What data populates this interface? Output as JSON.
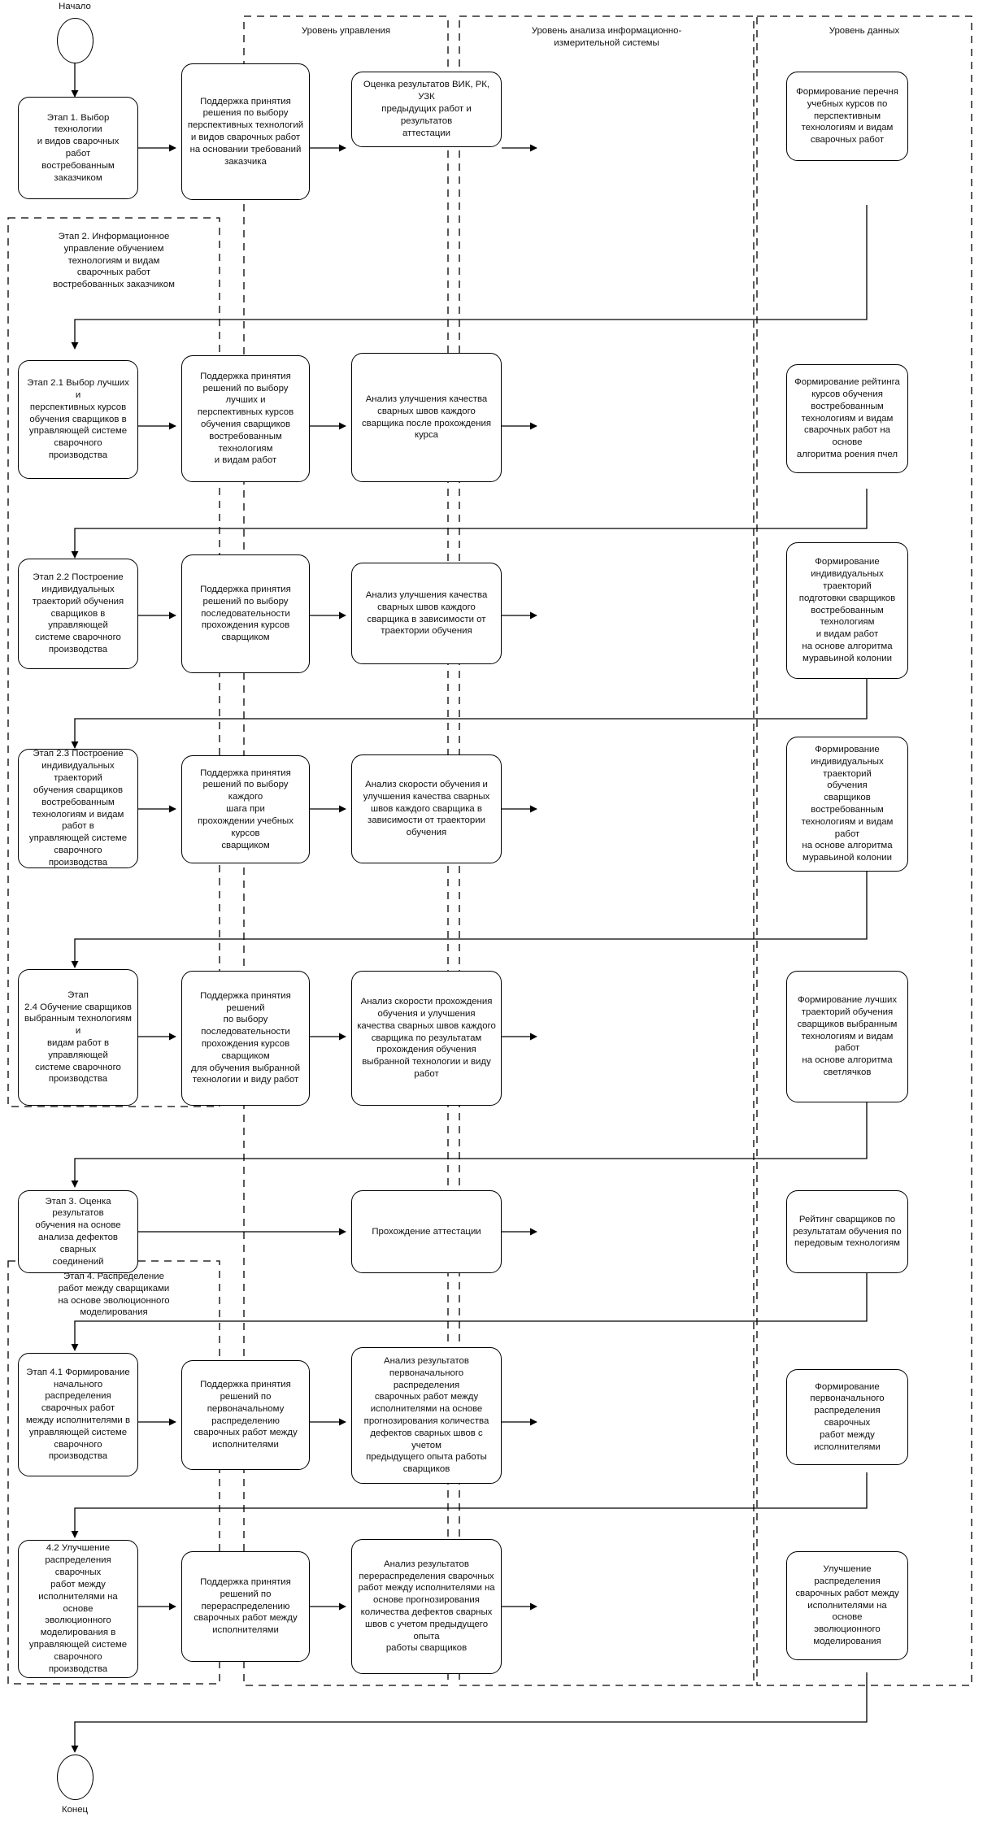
{
  "diagram": {
    "title_start": "Начало",
    "title_end": "Конец",
    "lanes": [
      {
        "id": "lane-management",
        "label": "Уровень управления"
      },
      {
        "id": "lane-analysis",
        "label": "Уровень анализа информационно-\nизмерительной системы"
      },
      {
        "id": "lane-data",
        "label": "Уровень данных"
      }
    ],
    "groups": [
      {
        "id": "group-stage-2",
        "label": "Этап 2. Информационное\nуправление обучением\nтехнологиям и видам\nсварочных работ\nвостребованных заказчиком"
      },
      {
        "id": "group-stage-4",
        "label": "Этап 4. Распределение\nработ между сварщиками\nна основе эволюционного\nмоделирования"
      }
    ],
    "rows": [
      {
        "id": "row-stage-1",
        "nodes": [
          {
            "id": "n-1-a",
            "text": "Этап 1. Выбор технологии\nи видов сварочных работ\nвостребованным заказчиком"
          },
          {
            "id": "n-1-b",
            "text": "Поддержка принятия\nрешения по выбору\nперспективных  технологий\nи видов сварочных работ\nна основании требований\nзаказчика"
          },
          {
            "id": "n-1-c",
            "text": "Оценка результатов ВИК, РК, УЗК\nпредыдущих работ и результатов\nаттестации"
          },
          {
            "id": "n-1-d",
            "text": "Формирование перечня\nучебных курсов по\nперспективным\nтехнологиям и видам\nсварочных работ"
          }
        ]
      },
      {
        "id": "row-stage-2-1",
        "nodes": [
          {
            "id": "n-21-a",
            "text": "Этап 2.1 Выбор лучших и\nперспективных курсов\nобучения сварщиков в\nуправляющей системе\nсварочного\nпроизводства"
          },
          {
            "id": "n-21-b",
            "text": "Поддержка принятия\nрешений по выбору лучших и\nперспективных курсов\nобучения сварщиков\nвостребованным технологиям\nи видам работ"
          },
          {
            "id": "n-21-c",
            "text": "Анализ улучшения качества\nсварных швов каждого\nсварщика после прохождения\nкурса"
          },
          {
            "id": "n-21-d",
            "text": "Формирование рейтинга\nкурсов обучения\nвостребованным\nтехнологиям и видам\nсварочных работ на основе\nалгоритма роения пчел"
          }
        ]
      },
      {
        "id": "row-stage-2-2",
        "nodes": [
          {
            "id": "n-22-a",
            "text": "Этап 2.2 Построение\nиндивидуальных\nтраекторий обучения\nсварщиков в управляющей\nсистеме сварочного\nпроизводства"
          },
          {
            "id": "n-22-b",
            "text": "Поддержка принятия\nрешений по выбору\nпоследовательности\nпрохождения курсов\nсварщиком"
          },
          {
            "id": "n-22-c",
            "text": "Анализ улучшения качества\nсварных швов каждого\nсварщика в зависимости от\nтраектории обучения"
          },
          {
            "id": "n-22-d",
            "text": "Формирование\nиндивидуальных траекторий\nподготовки сварщиков\nвостребованным технологиям\nи видам работ\nна основе алгоритма\nмуравьиной колонии"
          }
        ]
      },
      {
        "id": "row-stage-2-3",
        "nodes": [
          {
            "id": "n-23-a",
            "text": "Этап 2.3 Построение\nиндивидуальных траекторий\nобучения сварщиков\nвостребованным\nтехнологиям и видам работ в\nуправляющей системе\nсварочного производства"
          },
          {
            "id": "n-23-b",
            "text": "Поддержка принятия\nрешений по выбору каждого\nшага при\nпрохождении учебных курсов\nсварщиком"
          },
          {
            "id": "n-23-c",
            "text": "Анализ скорости обучения и\nулучшения качества сварных\nшвов каждого сварщика в\nзависимости от траектории\nобучения"
          },
          {
            "id": "n-23-d",
            "text": "Формирование\nиндивидуальных траекторий\nобучения\nсварщиков востребованным\nтехнологиям и видам работ\nна основе алгоритма\nмуравьиной колонии"
          }
        ]
      },
      {
        "id": "row-stage-2-4",
        "nodes": [
          {
            "id": "n-24-a",
            "text": "Этап\n2.4 Обучение сварщиков\nвыбранным технологиям и\nвидам работ в управляющей\nсистеме сварочного\nпроизводства"
          },
          {
            "id": "n-24-b",
            "text": "Поддержка принятия решений\nпо выбору\nпоследовательности\nпрохождения курсов сварщиком\nдля обучения выбранной\nтехнологии и виду работ"
          },
          {
            "id": "n-24-c",
            "text": "Анализ скорости прохождения\nобучения и улучшения\nкачества сварных швов каждого\nсварщика по результатам\nпрохождения обучения\nвыбранной технологии и виду\nработ"
          },
          {
            "id": "n-24-d",
            "text": "Формирование лучших\nтраекторий обучения\nсварщиков выбранным\nтехнологиям и видам работ\nна основе алгоритма\nсветлячков"
          }
        ]
      },
      {
        "id": "row-stage-3",
        "nodes": [
          {
            "id": "n-3-a",
            "text": "Этап 3. Оценка результатов\nобучения на основе\nанализа дефектов сварных\nсоединений"
          },
          {
            "id": "n-3-c",
            "text": "Прохождение аттестации"
          },
          {
            "id": "n-3-d",
            "text": "Рейтинг сварщиков по\nрезультатам обучения по\nпередовым технологиям"
          }
        ]
      },
      {
        "id": "row-stage-4-1",
        "nodes": [
          {
            "id": "n-41-a",
            "text": "Этап 4.1 Формирование\nначального распределения\nсварочных работ\nмежду исполнителями в\nуправляющей системе\nсварочного производства"
          },
          {
            "id": "n-41-b",
            "text": "Поддержка принятия\nрешений по\nпервоначальному\nраспределению\nсварочных работ между\nисполнителями"
          },
          {
            "id": "n-41-c",
            "text": "Анализ результатов\nпервоначального распределения\nсварочных работ между\nисполнителями на основе\nпрогнозирования количества\nдефектов сварных швов с учетом\nпредыдущего опыта работы\nсварщиков"
          },
          {
            "id": "n-41-d",
            "text": "Формирование\nпервоначального\nраспределения сварочных\nработ между\nисполнителями"
          }
        ]
      },
      {
        "id": "row-stage-4-2",
        "nodes": [
          {
            "id": "n-42-a",
            "text": "4.2 Улучшение\nраспределения сварочных\nработ между\nисполнителями на основе\nэволюционного\nмоделирования в\nуправляющей системе\nсварочного производства"
          },
          {
            "id": "n-42-b",
            "text": "Поддержка принятия\nрешений по\nперераспределению\nсварочных работ между\nисполнителями"
          },
          {
            "id": "n-42-c",
            "text": "Анализ результатов\nперераспределения сварочных\nработ между исполнителями на\nоснове прогнозирования\nколичества дефектов сварных\nшвов с учетом предыдущего опыта\nработы сварщиков"
          },
          {
            "id": "n-42-d",
            "text": "Улучшение распределения\nсварочных работ между\nисполнителями на основе\nэволюционного\nмоделирования"
          }
        ]
      }
    ],
    "colors": {
      "stroke": "#000000",
      "background": "#ffffff",
      "text": "#111111"
    }
  }
}
